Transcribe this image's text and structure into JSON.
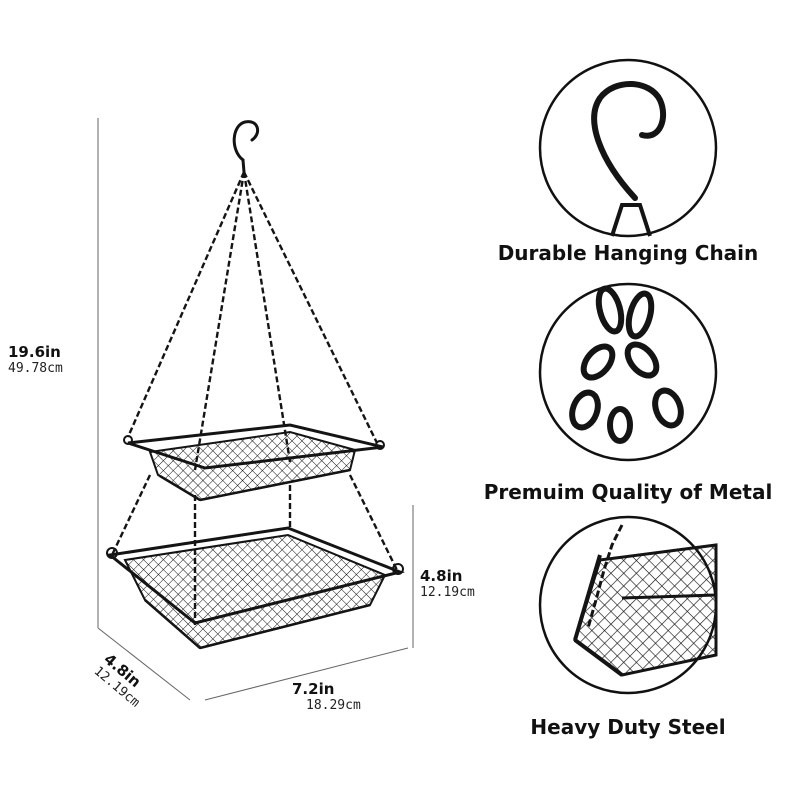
{
  "dimensions": {
    "height": {
      "inches": "19.6in",
      "cm": "49.78cm"
    },
    "tier_height": {
      "inches": "4.8in",
      "cm": "12.19cm"
    },
    "depth": {
      "inches": "4.8in",
      "cm": "12.19cm"
    },
    "width": {
      "inches": "7.2in",
      "cm": "18.29cm"
    }
  },
  "features": [
    {
      "label": "Durable Hanging Chain",
      "icon": "s-hook-chain-icon"
    },
    {
      "label": "Premuim Quality of Metal",
      "icon": "chain-links-icon"
    },
    {
      "label": "Heavy Duty Steel",
      "icon": "basket-corner-icon"
    }
  ],
  "colors": {
    "metal": "#141414",
    "line": "#555555",
    "circle": "#111111"
  }
}
